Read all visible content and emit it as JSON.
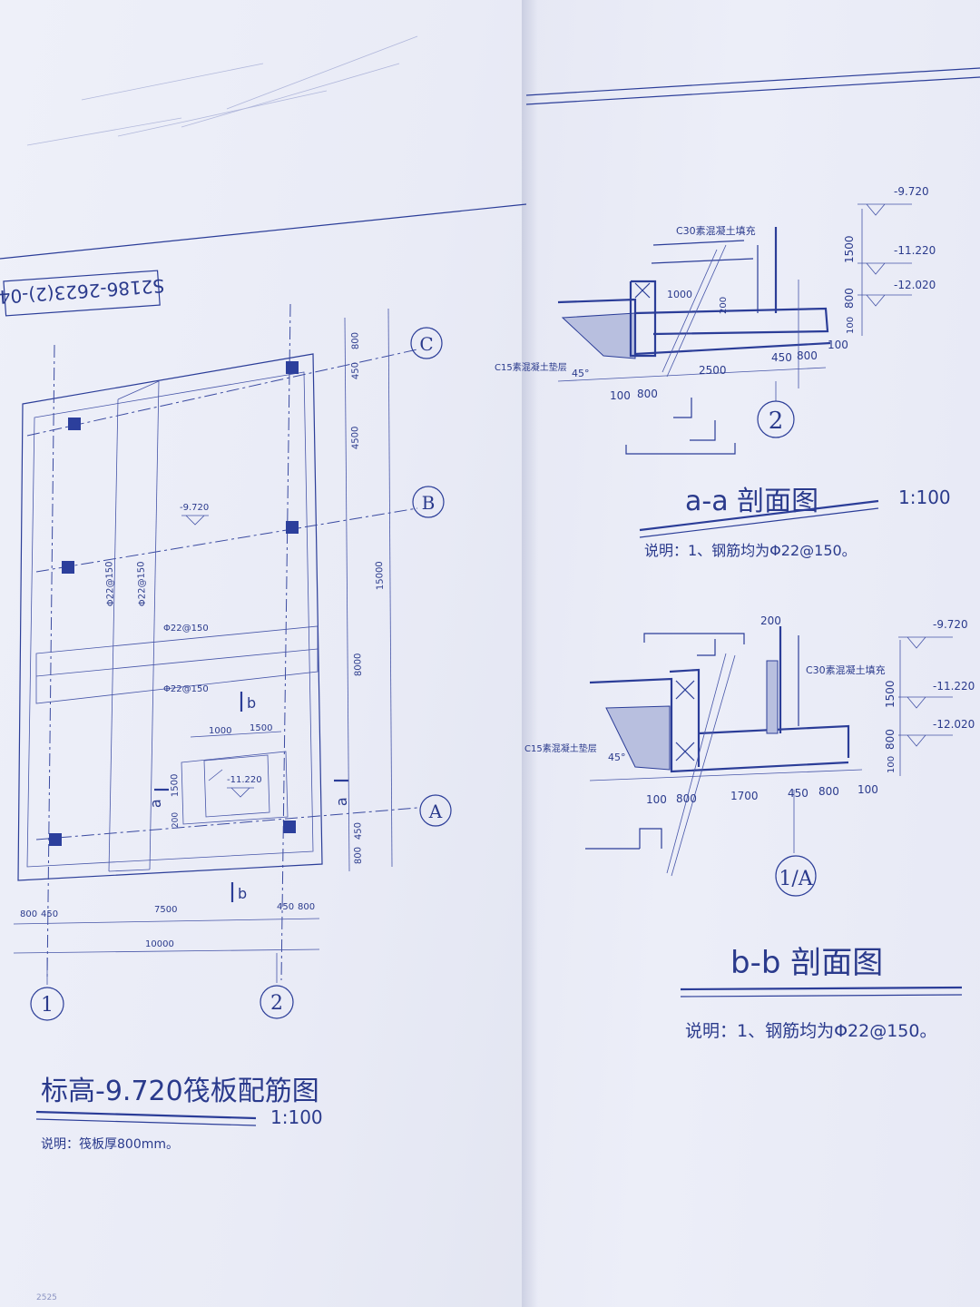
{
  "sheet_code": "S2186-2623(2)-04",
  "plan": {
    "title": "标高-9.720筏板配筋图",
    "scale": "1:100",
    "note": "说明：筏板厚800mm。",
    "axes": {
      "col1": "1",
      "col2": "2",
      "rowA": "A",
      "rowB": "B",
      "rowC": "C"
    },
    "elevation": "-9.720",
    "pit_elevation": "-11.220",
    "rebar": [
      "Φ22@150",
      "Φ22@150",
      "Φ22@150",
      "Φ22@150"
    ],
    "dims_bottom": [
      "800",
      "450",
      "7500",
      "450",
      "800"
    ],
    "dims_total": "10000",
    "dims_right": [
      "800",
      "450",
      "4500",
      "8000",
      "450",
      "800"
    ],
    "dims_total_right": "15000",
    "pit_dims": [
      "1000",
      "1500",
      "1500",
      "200"
    ],
    "section_marks": {
      "a": "a",
      "b": "b"
    }
  },
  "section_aa": {
    "title": "a-a 剖面图",
    "scale": "1:100",
    "note": "说明：1、钢筋均为Φ22@150。",
    "concrete_top": "C30素混凝土填充",
    "concrete_bottom": "C15素混凝土垫层",
    "angle": "45°",
    "elevations": [
      "-9.720",
      "-11.220",
      "-12.020"
    ],
    "vertical_dims": [
      "1500",
      "800",
      "100"
    ],
    "dims": [
      "1000",
      "200",
      "2500",
      "450",
      "800",
      "100",
      "100",
      "800"
    ],
    "axis": "2"
  },
  "section_bb": {
    "title": "b-b 剖面图",
    "note": "说明：1、钢筋均为Φ22@150。",
    "concrete_top": "C30素混凝土填充",
    "concrete_bottom": "C15素混凝土垫层",
    "angle": "45°",
    "elevations": [
      "-9.720",
      "-11.220",
      "-12.020"
    ],
    "vertical_dims": [
      "1500",
      "800",
      "100"
    ],
    "dims": [
      "200",
      "100",
      "800",
      "1700",
      "450",
      "800",
      "100"
    ],
    "axis": "1/A"
  },
  "page_number": "2525"
}
